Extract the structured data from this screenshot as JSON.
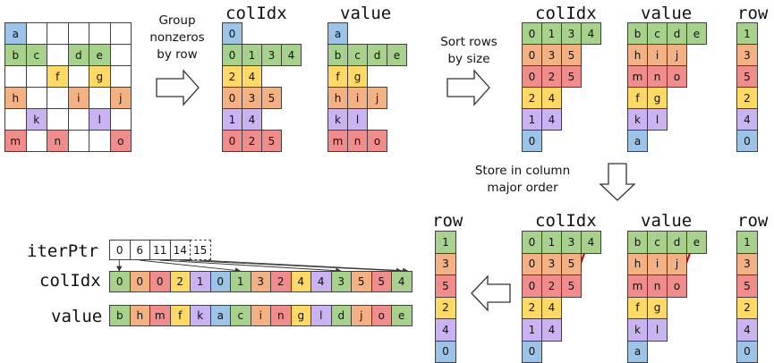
{
  "colors": {
    "blue": "#9dc3e6",
    "green": "#a9d18e",
    "orange": "#f4b183",
    "yellow": "#ffd966",
    "red": "#f08c8c",
    "purple": "#c9b3f0",
    "arrow": "#c00000"
  },
  "matrix": {
    "rows": [
      [
        "a",
        "",
        "",
        "",
        "",
        ""
      ],
      [
        "b",
        "c",
        "",
        "d",
        "e",
        ""
      ],
      [
        "",
        "",
        "f",
        "",
        "g",
        ""
      ],
      [
        "h",
        "",
        "",
        "i",
        "",
        "j"
      ],
      [
        "",
        "k",
        "",
        "",
        "l",
        ""
      ],
      [
        "m",
        "",
        "n",
        "",
        "",
        "o"
      ]
    ]
  },
  "labels": {
    "group": [
      "Group",
      "nonzeros",
      "by row"
    ],
    "sort": [
      "Sort rows",
      "by size"
    ],
    "store": [
      "Store in column",
      "major order"
    ]
  },
  "stage1": {
    "colidx_title": "colIdx",
    "value_title": "value",
    "colidx": [
      [
        "0"
      ],
      [
        "0",
        "1",
        "3",
        "4"
      ],
      [
        "2",
        "4"
      ],
      [
        "0",
        "3",
        "5"
      ],
      [
        "1",
        "4"
      ],
      [
        "0",
        "2",
        "5"
      ]
    ],
    "value": [
      [
        "a"
      ],
      [
        "b",
        "c",
        "d",
        "e"
      ],
      [
        "f",
        "g"
      ],
      [
        "h",
        "i",
        "j"
      ],
      [
        "k",
        "l"
      ],
      [
        "m",
        "n",
        "o"
      ]
    ]
  },
  "stage2": {
    "colidx_title": "colIdx",
    "value_title": "value",
    "row_title": "row",
    "colidx": [
      [
        "0",
        "1",
        "3",
        "4"
      ],
      [
        "0",
        "3",
        "5"
      ],
      [
        "0",
        "2",
        "5"
      ],
      [
        "2",
        "4"
      ],
      [
        "1",
        "4"
      ],
      [
        "0"
      ]
    ],
    "value": [
      [
        "b",
        "c",
        "d",
        "e"
      ],
      [
        "h",
        "i",
        "j"
      ],
      [
        "m",
        "n",
        "o"
      ],
      [
        "f",
        "g"
      ],
      [
        "k",
        "l"
      ],
      [
        "a"
      ]
    ],
    "row": [
      "1",
      "3",
      "5",
      "2",
      "4",
      "0"
    ]
  },
  "stage3": {
    "colidx_title": "colIdx",
    "value_title": "value",
    "row_title": "row",
    "row_left_title": "row",
    "colidx": [
      [
        "0",
        "1",
        "3",
        "4"
      ],
      [
        "0",
        "3",
        "5"
      ],
      [
        "0",
        "2",
        "5"
      ],
      [
        "2",
        "4"
      ],
      [
        "1",
        "4"
      ],
      [
        "0"
      ]
    ],
    "value": [
      [
        "b",
        "c",
        "d",
        "e"
      ],
      [
        "h",
        "i",
        "j"
      ],
      [
        "m",
        "n",
        "o"
      ],
      [
        "f",
        "g"
      ],
      [
        "k",
        "l"
      ],
      [
        "a"
      ]
    ],
    "row": [
      "1",
      "3",
      "5",
      "2",
      "4",
      "0"
    ],
    "row_left": [
      "1",
      "3",
      "5",
      "2",
      "4",
      "0"
    ]
  },
  "final": {
    "iterptr_label": "iterPtr",
    "colidx_label": "colIdx",
    "value_label": "value",
    "iterptr": [
      "0",
      "6",
      "11",
      "14",
      "15"
    ],
    "colidx": [
      "0",
      "0",
      "0",
      "2",
      "1",
      "0",
      "1",
      "3",
      "2",
      "4",
      "4",
      "3",
      "5",
      "5",
      "4"
    ],
    "value": [
      "b",
      "h",
      "m",
      "f",
      "k",
      "a",
      "c",
      "i",
      "n",
      "g",
      "l",
      "d",
      "j",
      "o",
      "e"
    ],
    "colidx_colors": [
      "green",
      "orange",
      "red",
      "yellow",
      "purple",
      "blue",
      "green",
      "orange",
      "red",
      "yellow",
      "purple",
      "green",
      "orange",
      "red",
      "green"
    ]
  }
}
